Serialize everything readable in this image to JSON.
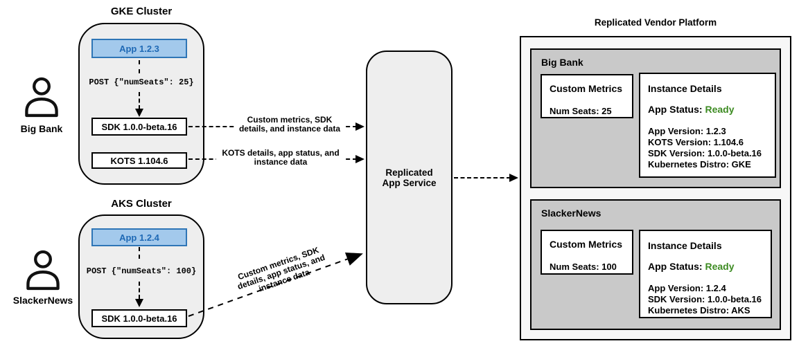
{
  "actors": [
    {
      "label": "Big Bank"
    },
    {
      "label": "SlackerNews"
    }
  ],
  "clusters": [
    {
      "title": "GKE Cluster",
      "app_label": "App 1.2.3",
      "post_request": "POST {\"numSeats\": 25}",
      "sdk_label": "SDK 1.0.0-beta.16",
      "kots_label": "KOTS 1.104.6"
    },
    {
      "title": "AKS Cluster",
      "app_label": "App 1.2.4",
      "post_request": "POST {\"numSeats\": 100}",
      "sdk_label": "SDK 1.0.0-beta.16"
    }
  ],
  "service": {
    "label_lines": [
      "Replicated",
      "App Service"
    ]
  },
  "arrows": [
    {
      "label_lines": [
        "Custom metrics, SDK",
        "details, and instance data"
      ]
    },
    {
      "label_lines": [
        "KOTS details, app status, and",
        "instance data"
      ]
    },
    {
      "label_lines": [
        "Custom metrics, SDK",
        "details, app status, and",
        "instance data"
      ]
    }
  ],
  "platform": {
    "title": "Replicated Vendor Platform",
    "tenants": [
      {
        "name": "Big Bank",
        "custom_metrics": {
          "title": "Custom Metrics",
          "metric": "Num Seats: 25"
        },
        "instance_details": {
          "title": "Instance Details",
          "app_status_label": "App Status: ",
          "app_status_value": "Ready",
          "lines": [
            "App Version: 1.2.3",
            "KOTS Version: 1.104.6",
            "SDK Version: 1.0.0-beta.16",
            "Kubernetes Distro: GKE"
          ]
        }
      },
      {
        "name": "SlackerNews",
        "custom_metrics": {
          "title": "Custom Metrics",
          "metric": "Num Seats: 100"
        },
        "instance_details": {
          "title": "Instance Details",
          "app_status_label": "App Status: ",
          "app_status_value": "Ready",
          "lines": [
            "App Version: 1.2.4",
            "SDK Version: 1.0.0-beta.16",
            "Kubernetes Distro: AKS"
          ]
        }
      }
    ]
  },
  "colors": {
    "app_fill": "#a3c9ec",
    "app_border": "#2e75b6",
    "app_text": "#1e69b5",
    "status_ready_green": "#3d8b22",
    "cluster_fill": "#eeeeee",
    "tenant_fill": "#c9c9c9"
  }
}
